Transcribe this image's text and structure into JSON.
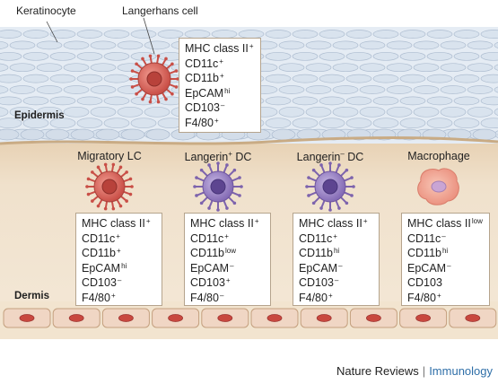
{
  "labels": {
    "keratinocyte": "Keratinocyte",
    "langerhans": "Langerhans cell",
    "epidermis": "Epidermis",
    "dermis": "Dermis"
  },
  "langerhans_markers": [
    {
      "name": "MHC class II",
      "sup": "+"
    },
    {
      "name": "CD11c",
      "sup": "+"
    },
    {
      "name": "CD11b",
      "sup": "+"
    },
    {
      "name": "EpCAM",
      "sup": "hi"
    },
    {
      "name": "CD103",
      "sup": "–"
    },
    {
      "name": "F4/80",
      "sup": "+"
    }
  ],
  "cells": [
    {
      "title_main": "Migratory LC",
      "title_sup": "",
      "markers": [
        {
          "name": "MHC class II",
          "sup": "+"
        },
        {
          "name": "CD11c",
          "sup": "+"
        },
        {
          "name": "CD11b",
          "sup": "+"
        },
        {
          "name": "EpCAM",
          "sup": "hi"
        },
        {
          "name": "CD103",
          "sup": "–"
        },
        {
          "name": "F4/80",
          "sup": "+"
        }
      ]
    },
    {
      "title_main": "Langerin",
      "title_sup": "+",
      "title_rest": " DC",
      "markers": [
        {
          "name": "MHC class II",
          "sup": "+"
        },
        {
          "name": "CD11c",
          "sup": "+"
        },
        {
          "name": "CD11b",
          "sup": "low"
        },
        {
          "name": "EpCAM",
          "sup": "–"
        },
        {
          "name": "CD103",
          "sup": "+"
        },
        {
          "name": "F4/80",
          "sup": "–"
        }
      ]
    },
    {
      "title_main": "Langerin",
      "title_sup": "–",
      "title_rest": " DC",
      "markers": [
        {
          "name": "MHC class II",
          "sup": "+"
        },
        {
          "name": "CD11c",
          "sup": "+"
        },
        {
          "name": "CD11b",
          "sup": "hi"
        },
        {
          "name": "EpCAM",
          "sup": "–"
        },
        {
          "name": "CD103",
          "sup": "–"
        },
        {
          "name": "F4/80",
          "sup": "+"
        }
      ]
    },
    {
      "title_main": "Macrophage",
      "title_sup": "",
      "markers": [
        {
          "name": "MHC class II",
          "sup": "low"
        },
        {
          "name": "CD11c",
          "sup": "–"
        },
        {
          "name": "CD11b",
          "sup": "hi"
        },
        {
          "name": "EpCAM",
          "sup": "–"
        },
        {
          "name": "CD103",
          "sup": ""
        },
        {
          "name": "F4/80",
          "sup": "+"
        }
      ]
    }
  ],
  "footer": {
    "brand": "Nature Reviews",
    "separator": "|",
    "journal": "Immunology"
  },
  "colors": {
    "epidermis_cell_fill": "#d9e3ee",
    "epidermis_cell_stroke": "#aebdd0",
    "dermis_fill": "#efe0ca",
    "box_border": "#b5a48d",
    "lc_body": "#d9695f",
    "dc_body": "#9e86c8",
    "macrophage_body": "#f2a291",
    "vessel_fill": "#f0d6c4",
    "vessel_nucleus": "#c8483f",
    "journal_blue": "#2f6fa8"
  }
}
